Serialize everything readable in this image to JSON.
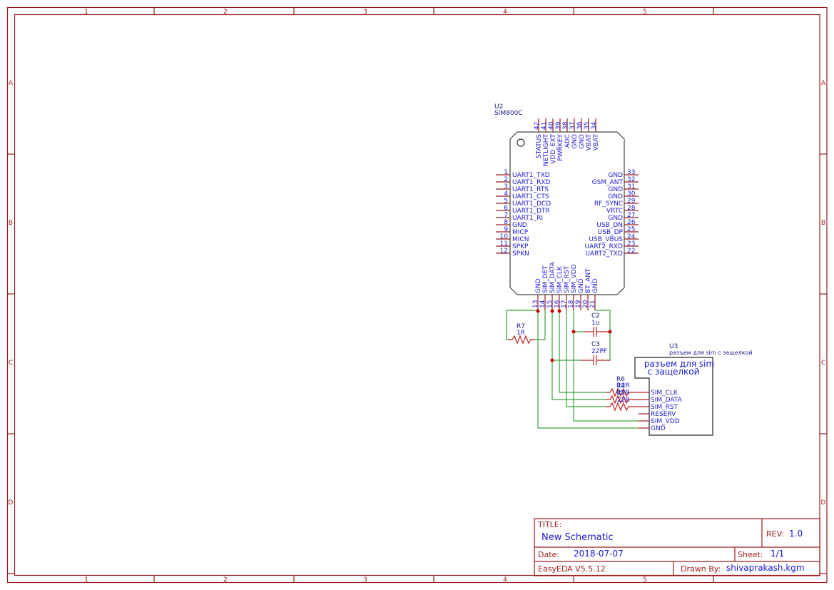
{
  "frame": {
    "columns": [
      "1",
      "2",
      "3",
      "4",
      "5"
    ],
    "rows": [
      "A",
      "B",
      "C",
      "D"
    ],
    "border_color": "#9b1b1b"
  },
  "u2": {
    "ref": "U2",
    "part": "SIM800C",
    "top_pins": [
      {
        "num": "42",
        "name": "STATUS"
      },
      {
        "num": "41",
        "name": "NETLIGHT"
      },
      {
        "num": "40",
        "name": "VDD_EXT"
      },
      {
        "num": "39",
        "name": "PWRKEY"
      },
      {
        "num": "38",
        "name": "ADC"
      },
      {
        "num": "37",
        "name": "GND"
      },
      {
        "num": "36",
        "name": "GND"
      },
      {
        "num": "35",
        "name": "VBAT"
      },
      {
        "num": "34",
        "name": "VBAT"
      }
    ],
    "left_pins": [
      {
        "num": "1",
        "name": "UART1_TXD"
      },
      {
        "num": "2",
        "name": "UART1_RXD"
      },
      {
        "num": "3",
        "name": "UART1_RTS"
      },
      {
        "num": "4",
        "name": "UART1_CTS"
      },
      {
        "num": "5",
        "name": "UART1_DCD"
      },
      {
        "num": "6",
        "name": "UART1_DTR"
      },
      {
        "num": "7",
        "name": "UART1_RI"
      },
      {
        "num": "8",
        "name": "GND"
      },
      {
        "num": "9",
        "name": "MICP"
      },
      {
        "num": "10",
        "name": "MICN"
      },
      {
        "num": "11",
        "name": "SPKP"
      },
      {
        "num": "12",
        "name": "SPKN"
      }
    ],
    "right_pins": [
      {
        "num": "33",
        "name": "GND"
      },
      {
        "num": "32",
        "name": "GSM_ANT"
      },
      {
        "num": "31",
        "name": "GND"
      },
      {
        "num": "30",
        "name": "GND"
      },
      {
        "num": "29",
        "name": "RF_SYNC"
      },
      {
        "num": "28",
        "name": "VRTC"
      },
      {
        "num": "27",
        "name": "GND"
      },
      {
        "num": "26",
        "name": "USB_DN"
      },
      {
        "num": "25",
        "name": "USB_DP"
      },
      {
        "num": "24",
        "name": "USB_VBUS"
      },
      {
        "num": "23",
        "name": "UART2_RXD"
      },
      {
        "num": "22",
        "name": "UART2_TXD"
      }
    ],
    "bottom_pins": [
      {
        "num": "13",
        "name": "GND"
      },
      {
        "num": "14",
        "name": "SIM_DET"
      },
      {
        "num": "15",
        "name": "SIM_DATA"
      },
      {
        "num": "16",
        "name": "SIM_CLK"
      },
      {
        "num": "17",
        "name": "SIM_RST"
      },
      {
        "num": "18",
        "name": "SIM_VDD"
      },
      {
        "num": "19",
        "name": "GND"
      },
      {
        "num": "20",
        "name": "BT_ANT"
      },
      {
        "num": "21",
        "name": "GND"
      }
    ]
  },
  "r7": {
    "ref": "R7",
    "value": "1R"
  },
  "c2": {
    "ref": "C2",
    "value": "1u"
  },
  "c3": {
    "ref": "C3",
    "value": "22PF"
  },
  "r_series": {
    "refs": [
      "R6",
      "R4",
      "R5"
    ],
    "values": [
      "22R",
      "22R",
      "22R"
    ]
  },
  "u3": {
    "ref": "U3",
    "part": "разъем для sim с защелкой",
    "title_line1": "разъем для sim",
    "title_line2": "с защелкой",
    "pins": [
      "SIM_CLK",
      "SIM_DATA",
      "SIM_RST",
      "RESERV",
      "SIM_VDD",
      "GND"
    ]
  },
  "title_block": {
    "title_label": "TITLE:",
    "title": "New Schematic",
    "rev_label": "REV:",
    "rev": "1.0",
    "date_label": "Date:",
    "date": "2018-07-07",
    "sheet_label": "Sheet:",
    "sheet": "1/1",
    "software": "EasyEDA V5.5.12",
    "drawn_by_label": "Drawn By:",
    "drawn_by": "shivaprakash.kgm"
  }
}
